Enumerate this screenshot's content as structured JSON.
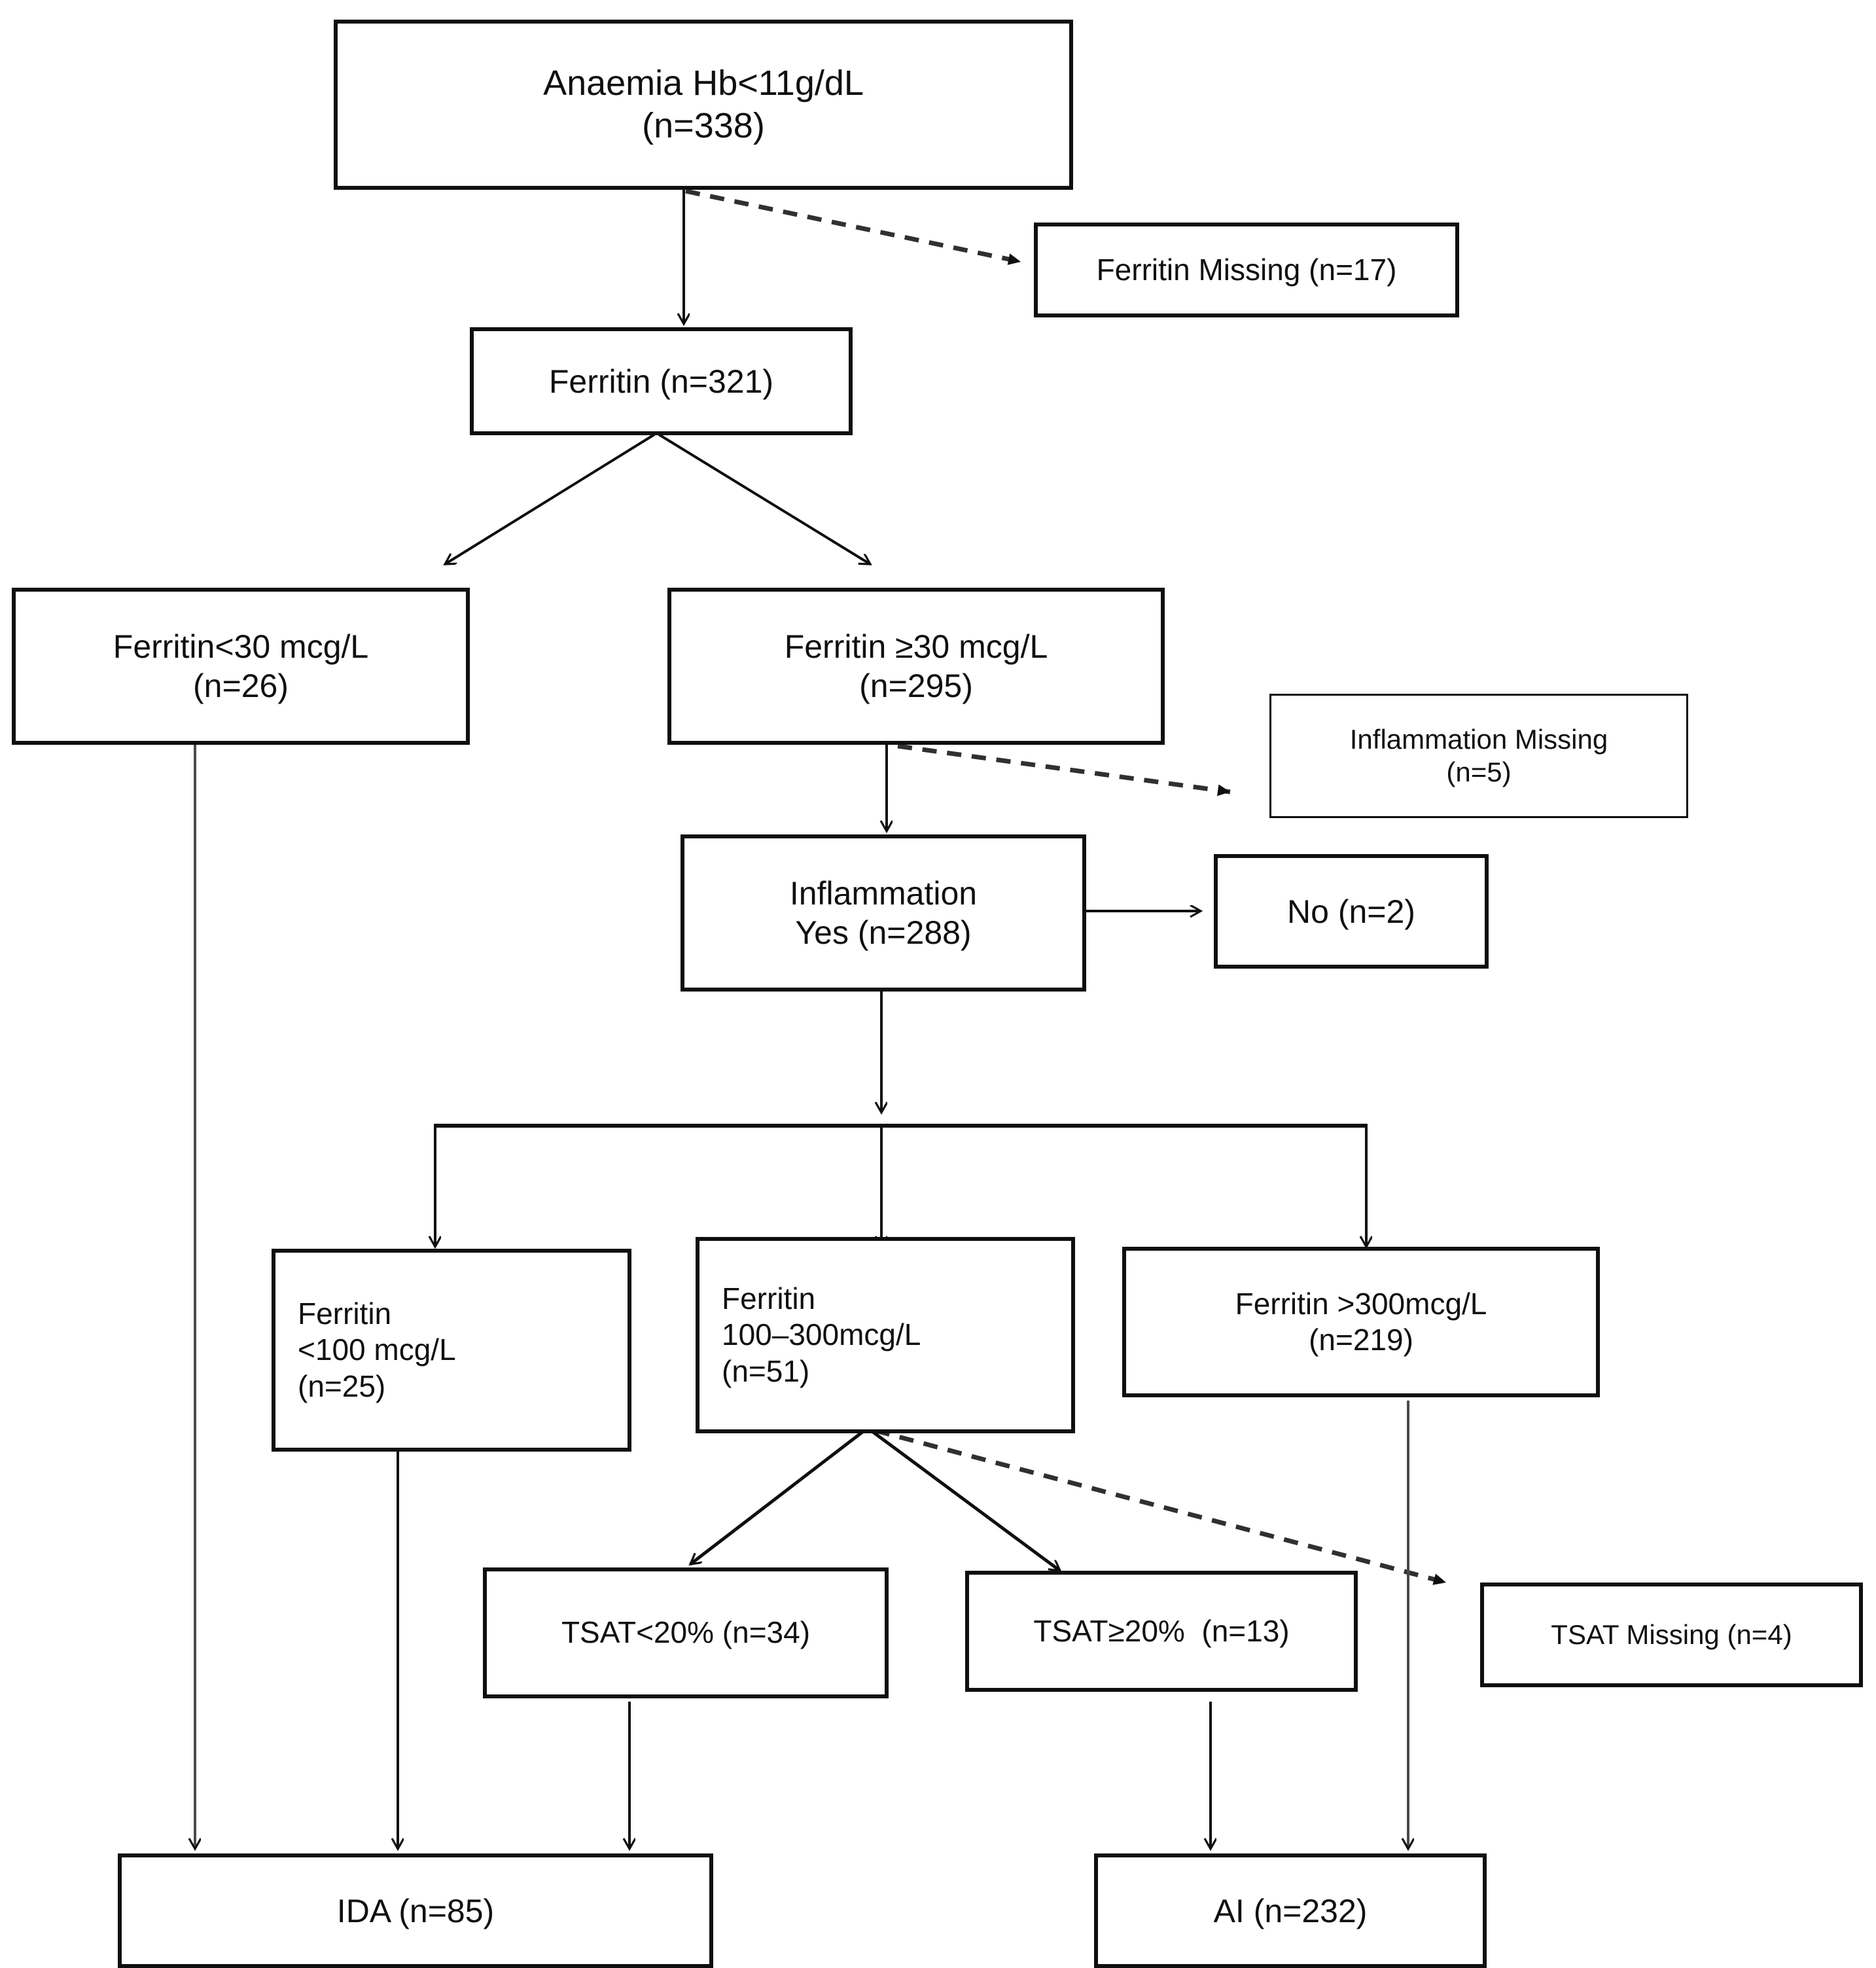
{
  "diagram": {
    "title": "Anaemia classification flowchart",
    "nodes": [
      {
        "id": "anaemia",
        "lines": [
          "Anaemia Hb<11g/dL",
          "(n=338)"
        ]
      },
      {
        "id": "ferritin-missing",
        "lines": [
          "Ferritin Missing (n=17)"
        ]
      },
      {
        "id": "ferritin",
        "lines": [
          "Ferritin (n=321)"
        ]
      },
      {
        "id": "ferritin-lt30",
        "lines": [
          "Ferritin<30 mcg/L",
          "(n=26)"
        ]
      },
      {
        "id": "ferritin-ge30",
        "lines": [
          "Ferritin ≥30 mcg/L",
          "(n=295)"
        ]
      },
      {
        "id": "inflammation-missing",
        "lines": [
          "Inflammation Missing",
          "(n=5)"
        ]
      },
      {
        "id": "inflammation-yes",
        "lines": [
          "Inflammation",
          "Yes (n=288)"
        ]
      },
      {
        "id": "inflammation-no",
        "lines": [
          "No (n=2)"
        ]
      },
      {
        "id": "ferritin-lt100",
        "lines": [
          "Ferritin",
          "<100 mcg/L",
          "(n=25)"
        ]
      },
      {
        "id": "ferritin-100-300",
        "lines": [
          "Ferritin",
          "100–300mcg/L",
          "(n=51)"
        ]
      },
      {
        "id": "ferritin-gt300",
        "lines": [
          "Ferritin >300mcg/L",
          "(n=219)"
        ]
      },
      {
        "id": "tsat-lt20",
        "lines": [
          "TSAT<20% (n=34)"
        ]
      },
      {
        "id": "tsat-ge20",
        "lines": [
          "TSAT≥20%  (n=13)"
        ]
      },
      {
        "id": "tsat-missing",
        "lines": [
          "TSAT Missing (n=4)"
        ]
      },
      {
        "id": "ida",
        "lines": [
          "IDA (n=85)"
        ]
      },
      {
        "id": "ai",
        "lines": [
          "AI (n=232)"
        ]
      }
    ],
    "edges": [
      {
        "from": "anaemia",
        "to": "ferritin",
        "style": "solid"
      },
      {
        "from": "anaemia",
        "to": "ferritin-missing",
        "style": "dashed"
      },
      {
        "from": "ferritin",
        "to": "ferritin-lt30",
        "style": "solid"
      },
      {
        "from": "ferritin",
        "to": "ferritin-ge30",
        "style": "solid"
      },
      {
        "from": "ferritin-ge30",
        "to": "inflammation-yes",
        "style": "solid"
      },
      {
        "from": "ferritin-ge30",
        "to": "inflammation-missing",
        "style": "dashed"
      },
      {
        "from": "inflammation-yes",
        "to": "inflammation-no",
        "style": "solid"
      },
      {
        "from": "inflammation-yes",
        "to": "ferritin-lt100",
        "style": "solid"
      },
      {
        "from": "inflammation-yes",
        "to": "ferritin-100-300",
        "style": "solid"
      },
      {
        "from": "inflammation-yes",
        "to": "ferritin-gt300",
        "style": "solid"
      },
      {
        "from": "ferritin-100-300",
        "to": "tsat-lt20",
        "style": "solid"
      },
      {
        "from": "ferritin-100-300",
        "to": "tsat-ge20",
        "style": "solid"
      },
      {
        "from": "ferritin-100-300",
        "to": "tsat-missing",
        "style": "dashed"
      },
      {
        "from": "ferritin-lt30",
        "to": "ida",
        "style": "solid"
      },
      {
        "from": "ferritin-lt100",
        "to": "ida",
        "style": "solid"
      },
      {
        "from": "tsat-lt20",
        "to": "ida",
        "style": "solid"
      },
      {
        "from": "tsat-ge20",
        "to": "ai",
        "style": "solid"
      },
      {
        "from": "ferritin-gt300",
        "to": "ai",
        "style": "solid"
      }
    ],
    "colors": {
      "stroke": "#0f0f0f",
      "fill": "#ffffff",
      "text": "#101010"
    }
  }
}
